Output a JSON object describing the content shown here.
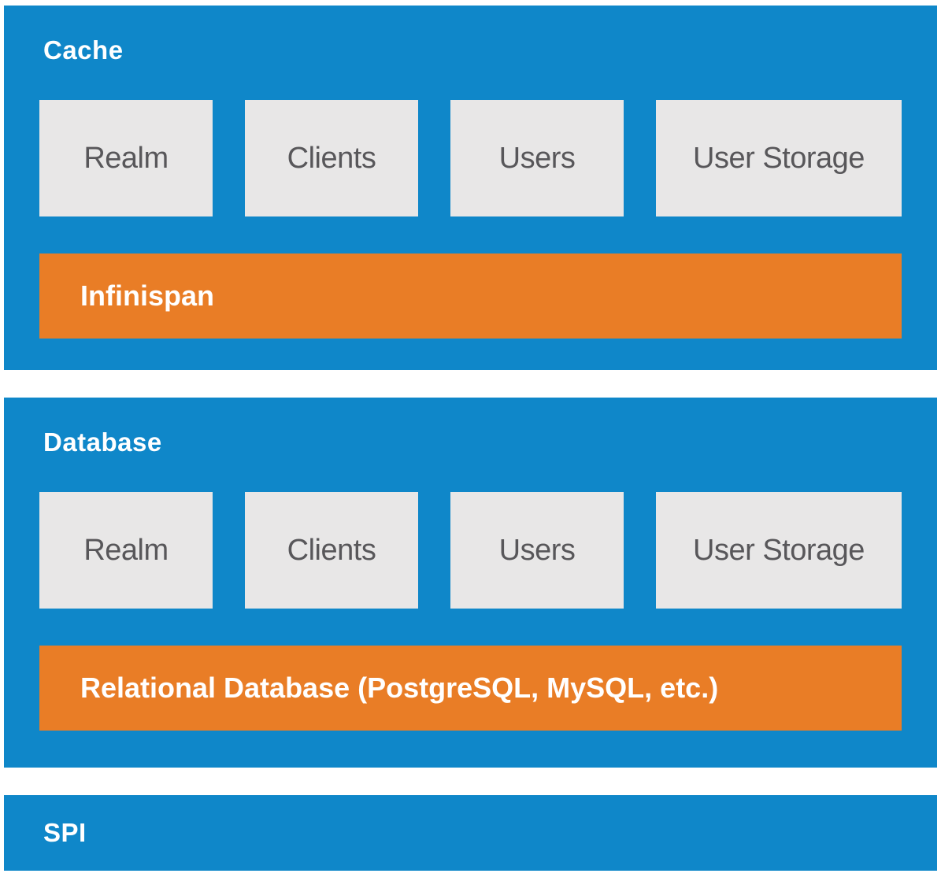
{
  "colors": {
    "panel_blue": "#0f87c9",
    "bar_orange": "#e97d26",
    "box_grey": "#e8e7e7",
    "box_text": "#58575a",
    "title_text": "#ffffff",
    "page_bg": "#ffffff"
  },
  "diagram": {
    "sections": [
      {
        "title": "Cache",
        "boxes": [
          "Realm",
          "Clients",
          "Users",
          "User Storage"
        ],
        "bar": "Infinispan"
      },
      {
        "title": "Database",
        "boxes": [
          "Realm",
          "Clients",
          "Users",
          "User Storage"
        ],
        "bar": "Relational Database (PostgreSQL, MySQL, etc.)"
      },
      {
        "title": "SPI",
        "boxes": [],
        "bar": null
      }
    ]
  }
}
